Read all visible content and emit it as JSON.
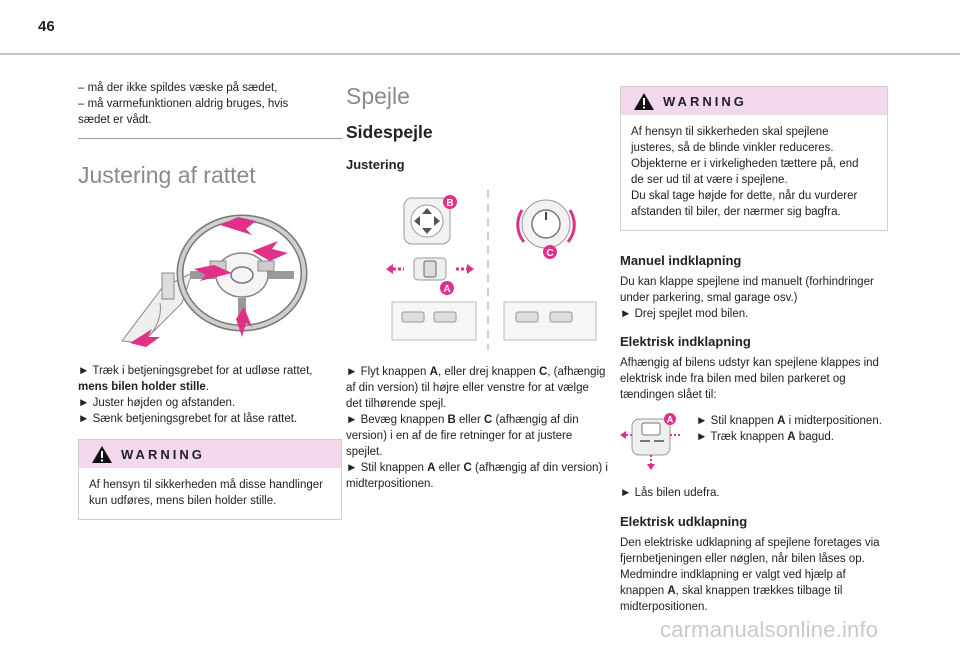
{
  "page": {
    "number": "46"
  },
  "col1": {
    "dash_lines": [
      "– må der ikke spildes væske på sædet,",
      "– må varmefunktionen aldrig bruges, hvis",
      "sædet er vådt."
    ],
    "title": "Justering af rattet",
    "steps": [
      {
        "prefix": "► ",
        "text": "Træk i betjeningsgrebet for at udløse rattet,",
        "bold": "mens bilen holder stille",
        "suffix": "."
      },
      {
        "prefix": "► ",
        "text": "Juster højden og afstanden."
      },
      {
        "prefix": "► ",
        "text": "Sænk betjeningsgrebet for at låse rattet."
      }
    ],
    "warning": {
      "label": "WARNING",
      "text": "Af hensyn til sikkerheden må disse handlinger kun udføres, mens bilen holder stille."
    }
  },
  "col2": {
    "title": "Spejle",
    "subtitle": "Sidespejle",
    "subheading": "Justering",
    "figure": {
      "label_a": "A",
      "label_b": "B",
      "label_c": "C"
    },
    "para1": {
      "t1": "► Flyt knappen ",
      "b1": "A",
      "t2": ", eller drej knappen ",
      "b2": "C",
      "t3": ", (afhængig af din version) til højre eller venstre for at vælge det tilhørende spejl."
    },
    "para2": {
      "t1": "► Bevæg knappen ",
      "b1": "B",
      "t2": " eller ",
      "b2": "C",
      "t3": " (afhængig af din version) i en af de fire retninger for at justere spejlet."
    },
    "para3": {
      "t1": "► Stil knappen ",
      "b1": "A",
      "t2": " eller ",
      "b2": "C",
      "t3": " (afhængig af din version) i midterpositionen."
    }
  },
  "col3": {
    "warning": {
      "label": "WARNING",
      "lines": [
        "Af hensyn til sikkerheden skal spejlene",
        "justeres, så de blinde vinkler reduceres.",
        "Objekterne er i virkeligheden tættere på, end",
        "de ser ud til at være i spejlene.",
        "Du skal tage højde for dette, når du vurderer",
        "afstanden til biler, der nærmer sig bagfra."
      ]
    },
    "manual": {
      "heading": "Manuel indklapning",
      "text": "Du kan klappe spejlene ind manuelt (forhindringer under parkering, smal garage osv.)",
      "step": "► Drej spejlet mod bilen."
    },
    "electric_fold": {
      "heading": "Elektrisk indklapning",
      "text": "Afhængig af bilens udstyr kan spejlene klappes ind elektrisk inde fra bilen med bilen parkeret og tændingen slået til:",
      "step1_t": "► Stil knappen ",
      "step1_b": "A",
      "step1_s": " i midterpositionen.",
      "step2_t": "► Træk knappen ",
      "step2_b": "A",
      "step2_s": " bagud.",
      "icon_label": "A",
      "step3": "► Lås bilen udefra."
    },
    "electric_unfold": {
      "heading": "Elektrisk udklapning",
      "t1": "Den elektriske udklapning af spejlene foretages via fjernbetjeningen eller nøglen, når bilen låses op. Medmindre indklapning er valgt ved hjælp af knappen ",
      "b1": "A",
      "t2": ", skal knappen trækkes tilbage til midterpositionen."
    }
  },
  "watermark": "carmanualsonline.info",
  "colors": {
    "accent": "#e02080",
    "warning_bg": "#f3d8ec",
    "arrow": "#e03088"
  }
}
